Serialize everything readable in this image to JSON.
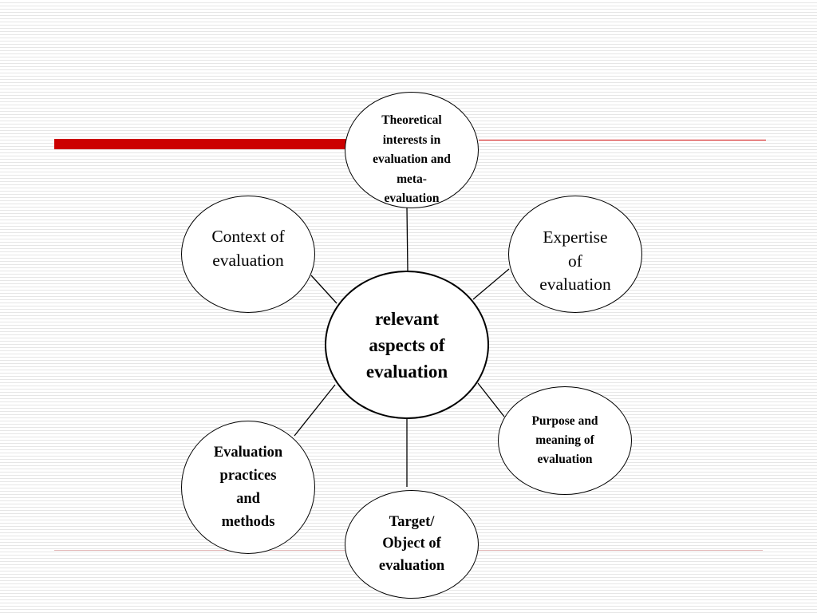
{
  "diagram": {
    "center": "relevant aspects of evaluation",
    "nodes": {
      "theory": "Theoretical interests in evaluation and meta-evaluation",
      "context": "Context of evaluation",
      "expertise": "Expertise of evaluation",
      "purpose": "Purpose and meaning of evaluation",
      "practices": "Evaluation practices and methods",
      "target": "Target/ Object of evaluation"
    }
  },
  "colors": {
    "accent_bar": "#cc0000",
    "stroke": "#000000"
  }
}
